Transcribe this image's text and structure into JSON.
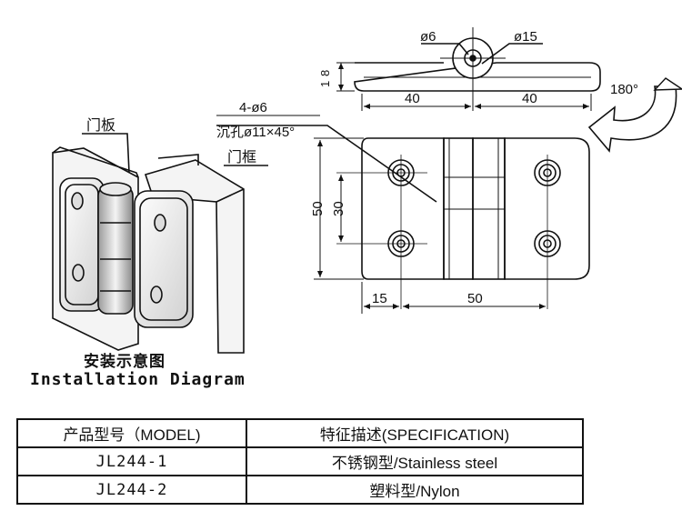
{
  "labels": {
    "door_panel": "门板",
    "door_frame": "门框",
    "hole_spec": "4-ø6",
    "countersink": "沉孔ø11×45°",
    "dim_d6": "ø6",
    "dim_d15": "ø15",
    "dim_8": "8",
    "dim_1": "1",
    "dim_40_left": "40",
    "dim_40_right": "40",
    "rotation": "180°",
    "dim_50_v": "50",
    "dim_30_v": "30",
    "dim_15_h": "15",
    "dim_50_h": "50",
    "install_cn": "安装示意图",
    "install_en": "Installation Diagram"
  },
  "table": {
    "header": [
      "产品型号（MODEL)",
      "特征描述(SPECIFICATION)"
    ],
    "rows": [
      [
        "JL244-1",
        "不锈钢型/Stainless steel"
      ],
      [
        "JL244-2",
        "塑料型/Nylon"
      ]
    ]
  }
}
